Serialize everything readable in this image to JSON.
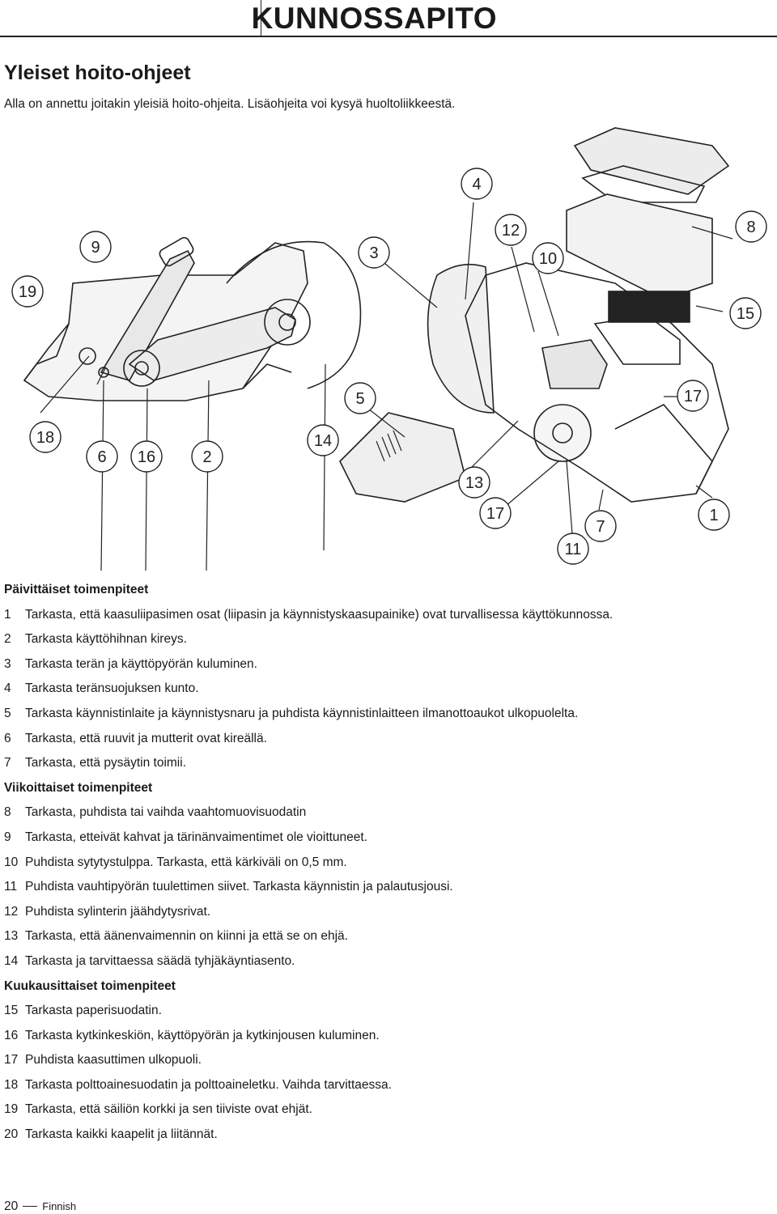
{
  "header": {
    "title": "KUNNOSSAPITO"
  },
  "section": {
    "title": "Yleiset hoito-ohjeet",
    "intro": "Alla on annettu joitakin yleisiä hoito-ohjeita. Lisäohjeita voi kysyä huoltoliikkeestä."
  },
  "diagram": {
    "callouts": [
      "19",
      "9",
      "18",
      "6",
      "16",
      "2",
      "14",
      "4",
      "3",
      "12",
      "10",
      "8",
      "15",
      "17",
      "5",
      "13",
      "17",
      "11",
      "7",
      "1"
    ]
  },
  "daily": {
    "title": "Päivittäiset toimenpiteet",
    "items": [
      {
        "num": "1",
        "text": "Tarkasta, että kaasuliipasimen osat (liipasin ja käynnistyskaasupainike) ovat turvallisessa käyttökunnossa."
      },
      {
        "num": "2",
        "text": "Tarkasta käyttöhihnan kireys."
      },
      {
        "num": "3",
        "text": "Tarkasta terän ja käyttöpyörän kuluminen."
      },
      {
        "num": "4",
        "text": "Tarkasta teränsuojuksen kunto."
      },
      {
        "num": "5",
        "text": "Tarkasta käynnistinlaite ja käynnistysnaru ja puhdista käynnistinlaitteen ilmanottoaukot ulkopuolelta."
      },
      {
        "num": "6",
        "text": "Tarkasta, että ruuvit ja mutterit ovat kireällä."
      },
      {
        "num": "7",
        "text": "Tarkasta, että pysäytin toimii."
      }
    ]
  },
  "weekly": {
    "title": "Viikoittaiset toimenpiteet",
    "items": [
      {
        "num": "8",
        "text": "Tarkasta, puhdista tai vaihda vaahtomuovisuodatin"
      },
      {
        "num": "9",
        "text": "Tarkasta, etteivät kahvat ja tärinänvaimentimet ole vioittuneet."
      },
      {
        "num": "10",
        "text": "Puhdista sytytystulppa. Tarkasta, että kärkiväli on 0,5 mm."
      },
      {
        "num": "11",
        "text": "Puhdista vauhtipyörän tuulettimen siivet. Tarkasta käynnistin ja palautusjousi."
      },
      {
        "num": "12",
        "text": "Puhdista sylinterin jäähdytysrivat."
      },
      {
        "num": "13",
        "text": "Tarkasta, että äänenvaimennin on kiinni ja että se on ehjä."
      },
      {
        "num": "14",
        "text": "Tarkasta ja tarvittaessa säädä tyhjäkäyntiasento."
      }
    ]
  },
  "monthly": {
    "title": "Kuukausittaiset toimenpiteet",
    "items": [
      {
        "num": "15",
        "text": "Tarkasta paperisuodatin."
      },
      {
        "num": "16",
        "text": "Tarkasta kytkinkeskiön, käyttöpyörän ja kytkinjousen kuluminen."
      },
      {
        "num": "17",
        "text": "Puhdista kaasuttimen ulkopuoli."
      },
      {
        "num": "18",
        "text": "Tarkasta polttoainesuodatin ja polttoaineletku. Vaihda tarvittaessa."
      },
      {
        "num": "19",
        "text": "Tarkasta, että säiliön korkki ja sen tiiviste ovat ehjät."
      },
      {
        "num": "20",
        "text": "Tarkasta kaikki kaapelit ja liitännät."
      }
    ]
  },
  "footer": {
    "page": "20",
    "language": "Finnish"
  }
}
